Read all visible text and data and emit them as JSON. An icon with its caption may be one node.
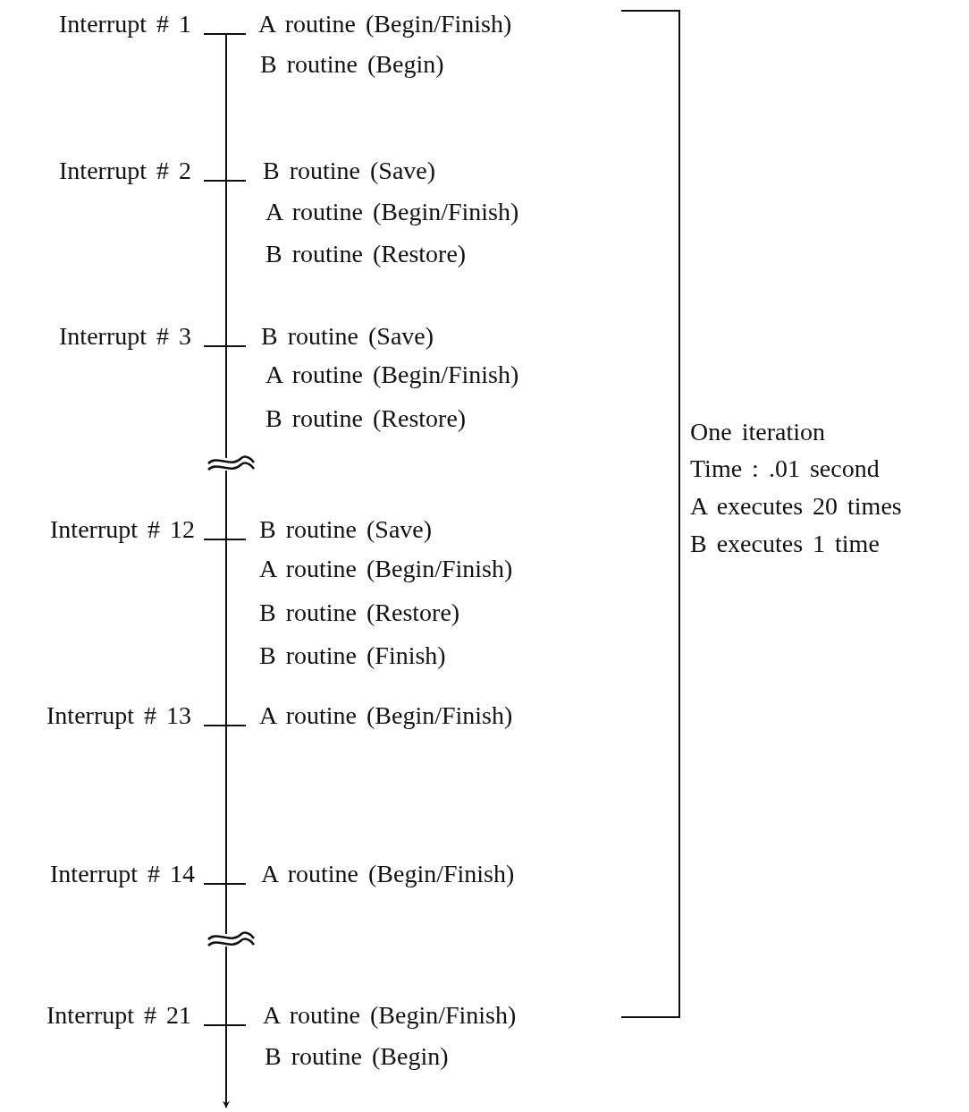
{
  "diagram": {
    "labels": [
      "Interrupt # 1",
      "A routine (Begin/Finish)",
      "B routine (Begin)",
      "Interrupt # 2",
      "B routine (Save)",
      "A routine (Begin/Finish)",
      "B routine (Restore)",
      "Interrupt # 3",
      "B routine (Save)",
      "A routine (Begin/Finish)",
      "B routine (Restore)",
      "One iteration",
      "Time : .01 second",
      "A executes 20 times",
      "B executes 1 time",
      "Interrupt # 12",
      "B routine (Save)",
      "A routine (Begin/Finish)",
      "B routine (Restore)",
      "B routine (Finish)",
      "Interrupt # 13",
      "A routine (Begin/Finish)",
      "Interrupt # 14",
      "A routine (Begin/Finish)",
      "Interrupt # 21",
      "A routine (Begin/Finish)",
      "B routine (Begin)"
    ]
  }
}
